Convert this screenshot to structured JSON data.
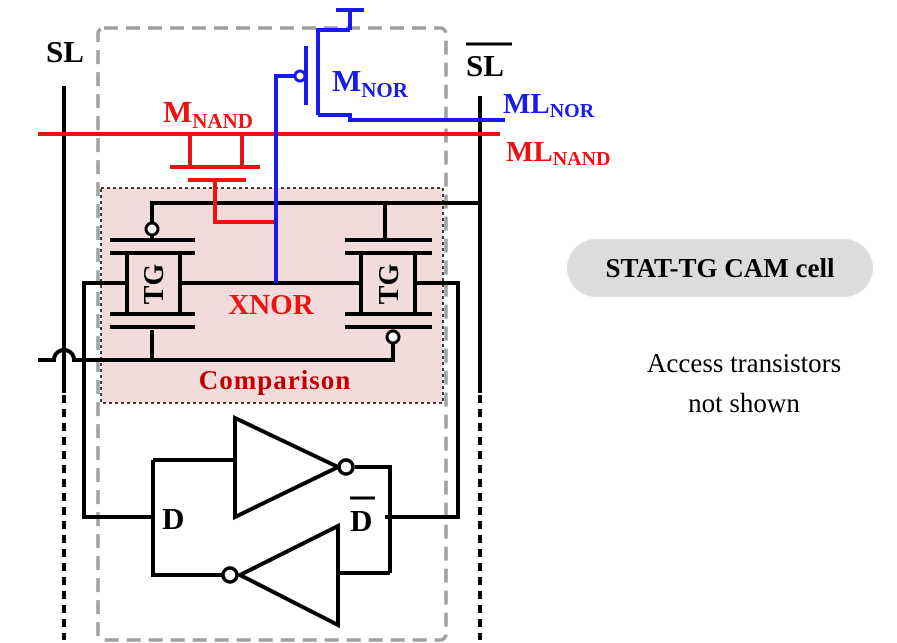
{
  "colors": {
    "black": "#000000",
    "red": "#ee1111",
    "blue": "#1a1aee",
    "darkred": "#c00000",
    "comparison_fill": "#f2dcdb",
    "dashed_box": "#a0a0a0",
    "badge_fill": "#dcdcdc"
  },
  "labels": {
    "sl": "SL",
    "sl_bar": "SL",
    "m_nor_main": "M",
    "m_nor_sub": "NOR",
    "ml_nor_main": "ML",
    "ml_nor_sub": "NOR",
    "m_nand_main": "M",
    "m_nand_sub": "NAND",
    "ml_nand_main": "ML",
    "ml_nand_sub": "NAND",
    "tg_left": "TG",
    "tg_right": "TG",
    "xnor": "XNOR",
    "comparison": "Comparison",
    "d": "D",
    "d_bar": "D"
  },
  "badge": {
    "text": "STAT-TG CAM cell"
  },
  "note": {
    "line1": "Access transistors",
    "line2": "not shown"
  }
}
